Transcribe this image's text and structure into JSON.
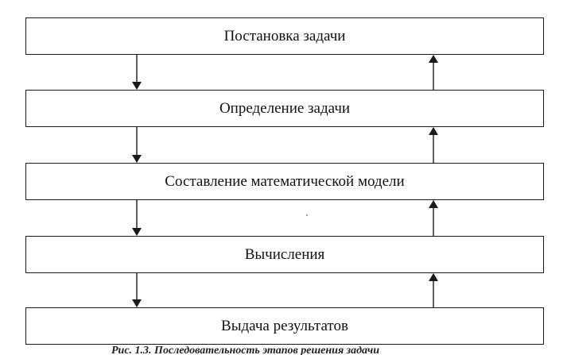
{
  "diagram": {
    "stages": [
      {
        "label": "Постановка задачи"
      },
      {
        "label": "Определение задачи"
      },
      {
        "label": "Составление математической модели"
      },
      {
        "label": "Вычисления"
      },
      {
        "label": "Выдача результатов"
      }
    ],
    "arrows": {
      "forward": "down",
      "feedback": "up"
    },
    "caption": "Рис. 1.3. Последовательность этапов решения задачи"
  },
  "colors": {
    "line": "#1a1a1a",
    "background": "#ffffff"
  }
}
